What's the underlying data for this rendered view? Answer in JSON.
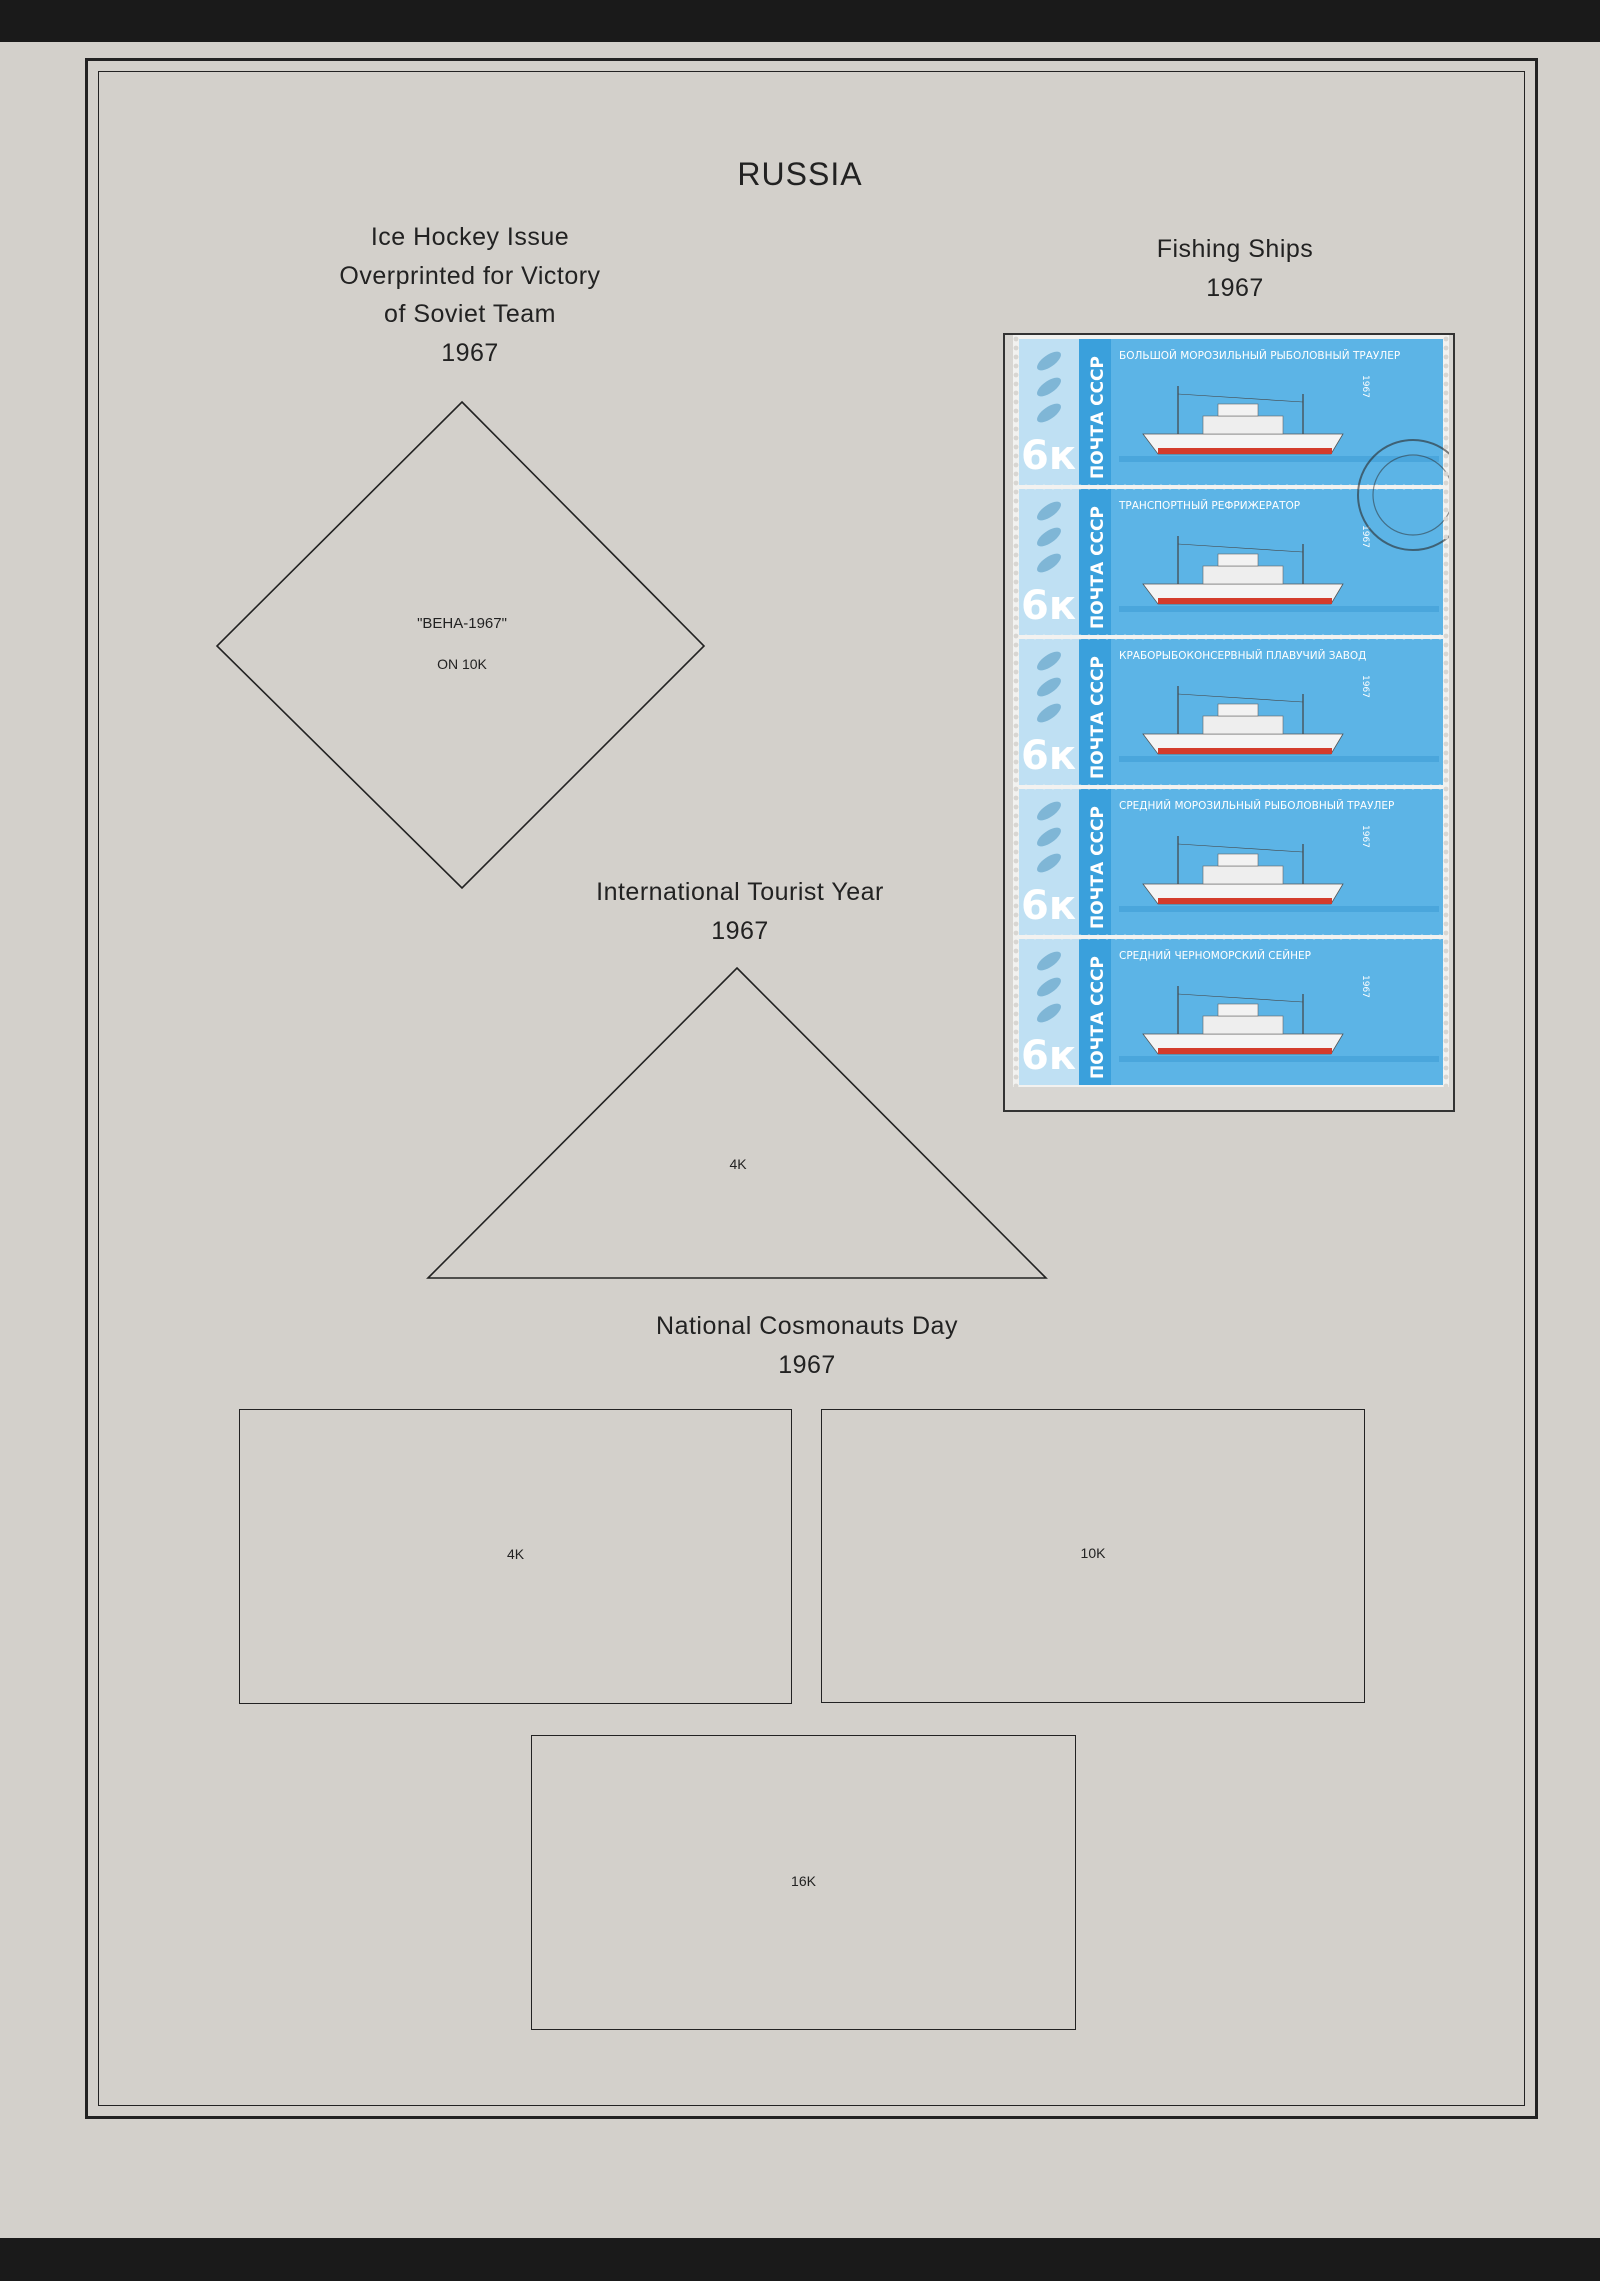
{
  "header": {
    "country": "RUSSIA"
  },
  "sections": {
    "ice_hockey": {
      "title_lines": [
        "Ice Hockey Issue",
        "Overprinted for Victory",
        "of Soviet Team",
        "1967"
      ],
      "slot_text_1": "\"BEHA-1967\"",
      "slot_text_2": "ON 10K"
    },
    "fishing_ships": {
      "title_lines": [
        "Fishing Ships",
        "1967"
      ],
      "stamps": [
        {
          "value": "6к",
          "country": "ПОЧТА СССР",
          "caption": "БОЛЬШОЙ МОРОЗИЛЬНЫЙ РЫБОЛОВНЫЙ ТРАУЛЕР",
          "year": "1967"
        },
        {
          "value": "6к",
          "country": "ПОЧТА СССР",
          "caption": "ТРАНСПОРТНЫЙ РЕФРИЖЕРАТОР",
          "year": "1967"
        },
        {
          "value": "6к",
          "country": "ПОЧТА СССР",
          "caption": "КРАБОРЫБОКОНСЕРВНЫЙ ПЛАВУЧИЙ ЗАВОД",
          "year": "1967"
        },
        {
          "value": "6к",
          "country": "ПОЧТА СССР",
          "caption": "СРЕДНИЙ МОРОЗИЛЬНЫЙ РЫБОЛОВНЫЙ ТРАУЛЕР",
          "year": "1967"
        },
        {
          "value": "6к",
          "country": "ПОЧТА СССР",
          "caption": "СРЕДНИЙ ЧЕРНОМОРСКИЙ СЕЙНЕР",
          "year": "1967"
        }
      ],
      "colors": {
        "light_blue": "#bfe0f3",
        "blue": "#3aa0dc",
        "sky": "#5cb4e6"
      }
    },
    "tourist_year": {
      "title_lines": [
        "International  Tourist Year",
        "1967"
      ],
      "slot_text": "4K"
    },
    "cosmonauts_day": {
      "title_lines": [
        "National Cosmonauts Day",
        "1967"
      ],
      "slots": [
        "4K",
        "10K",
        "16K"
      ]
    }
  }
}
